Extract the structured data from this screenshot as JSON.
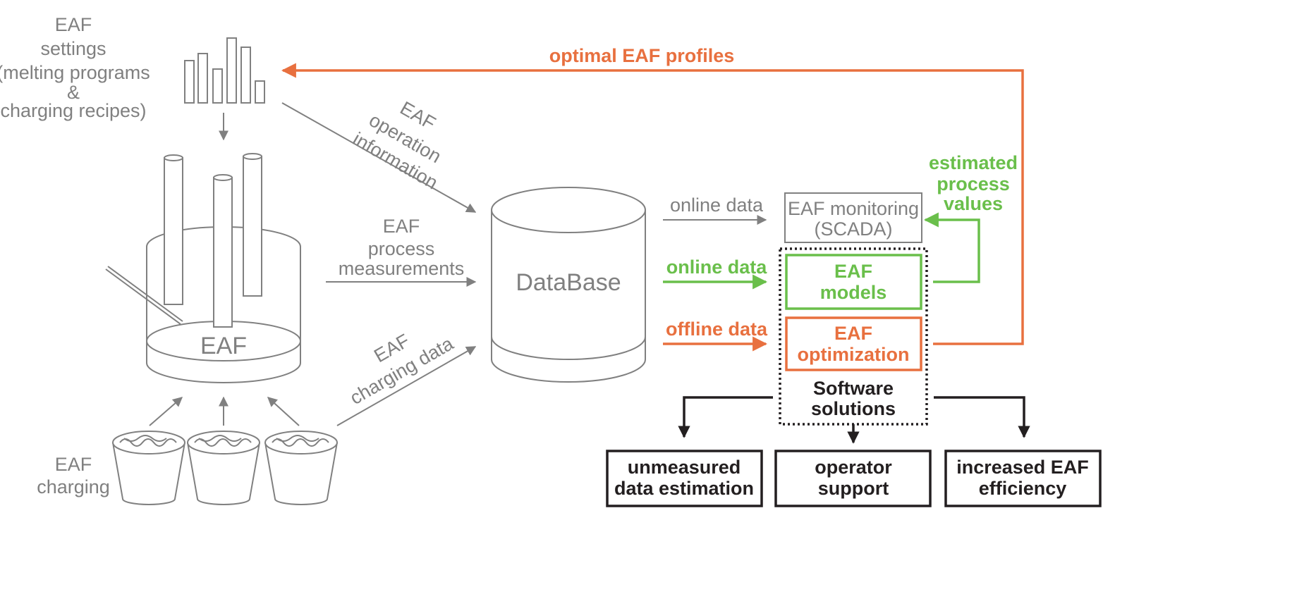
{
  "colors": {
    "gray": "#808080",
    "orange": "#e8703f",
    "green": "#6abf4b",
    "black": "#231f20"
  },
  "inputs": {
    "settings": [
      "EAF",
      "settings",
      "(melting programs",
      "&",
      "charging recipes)"
    ],
    "charging": [
      "EAF",
      "charging"
    ],
    "furnace": "EAF"
  },
  "flows": {
    "operation_info": [
      "EAF",
      "operation",
      "information"
    ],
    "process_measurements": [
      "EAF",
      "process",
      "measurements"
    ],
    "charging_data": [
      "EAF",
      "charging data"
    ]
  },
  "database": "DataBase",
  "data_links": {
    "online_gray": "online data",
    "online_green": "online data",
    "offline_orange": "offline data"
  },
  "modules": {
    "monitoring": [
      "EAF monitoring",
      "(SCADA)"
    ],
    "models": [
      "EAF",
      "models"
    ],
    "optimization": [
      "EAF",
      "optimization"
    ],
    "software_solutions": [
      "Software",
      "solutions"
    ]
  },
  "feedback": {
    "estimated_values": [
      "estimated",
      "process",
      "values"
    ],
    "optimal_profiles": "optimal EAF profiles"
  },
  "outcomes": [
    [
      "unmeasured",
      "data estimation"
    ],
    [
      "operator",
      "support"
    ],
    [
      "increased EAF",
      "efficiency"
    ]
  ]
}
